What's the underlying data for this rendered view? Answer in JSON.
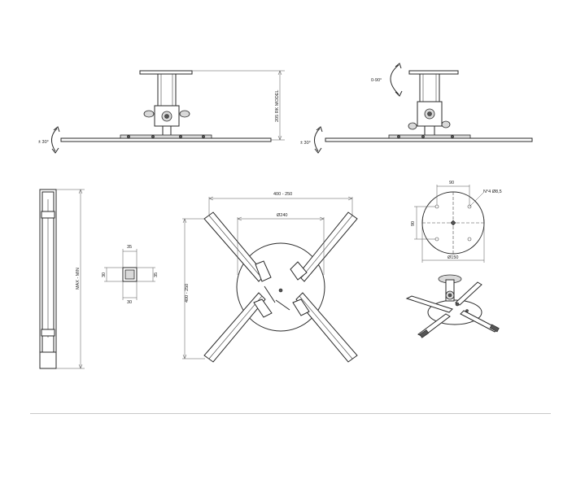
{
  "labels": {
    "model_height": "205 RK MODEL",
    "tilt_left": "± 30°",
    "swivel": "0-90°",
    "tilt_right": "± 30°",
    "arm_span": "400 - 250",
    "diameter_240": "Ø240",
    "arm_span_vertical": "400 - 250",
    "tube_length": "MAX - MIN",
    "tube_top": "35",
    "tube_side_left": "30",
    "tube_side_right": "35",
    "tube_bottom": "30",
    "plate_90_top": "90",
    "plate_90_side": "90",
    "plate_holes": "N°4 Ø8,5",
    "plate_150": "Ø150"
  }
}
